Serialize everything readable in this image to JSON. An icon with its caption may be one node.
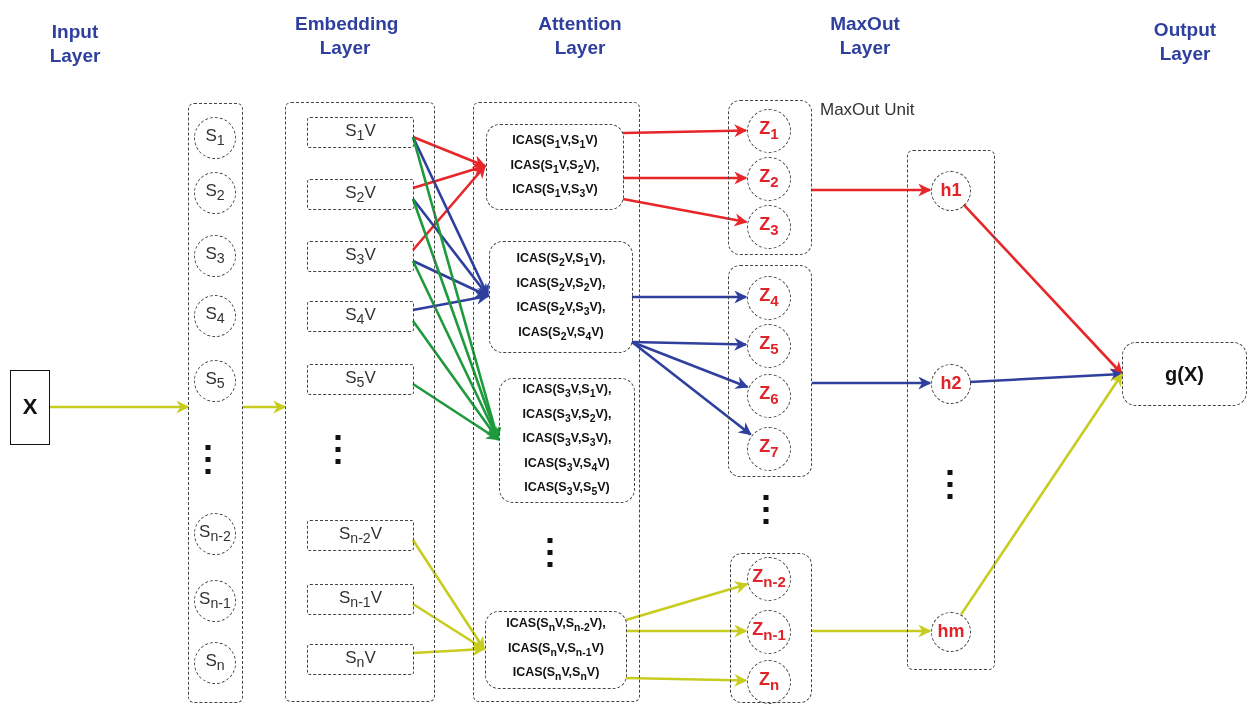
{
  "diagram": {
    "nodes": [
      {
        "text": [
          "X"
        ]
      },
      {
        "text": [],
        "shape": "box"
      },
      {
        "text": [
          "S$_{1}$"
        ],
        "in": 1
      },
      {
        "text": [
          "S$_{2}$"
        ],
        "in": 1
      },
      {
        "text": [
          "S$_{3}$"
        ],
        "in": 1
      },
      {
        "text": [
          "S$_{4}$"
        ],
        "in": 1
      },
      {
        "text": [
          "S$_{5}$"
        ],
        "in": 1
      },
      {
        "text": [
          "S$_{n-2}$"
        ],
        "in": 1
      },
      {
        "text": [
          "S$_{n-1}$"
        ],
        "in": 1
      },
      {
        "text": [
          "S$_{n}$"
        ],
        "in": 1
      },
      {
        "text": [],
        "shape": "box"
      },
      {
        "text": [
          "S$_{1}$V"
        ],
        "in": 10
      },
      {
        "text": [
          "S$_{2}$V"
        ],
        "in": 10
      },
      {
        "text": [
          "S$_{3}$V"
        ],
        "in": 10
      },
      {
        "text": [
          "S$_{4}$V"
        ],
        "in": 10
      },
      {
        "text": [
          "S$_{5}$V"
        ],
        "in": 10
      },
      {
        "text": [
          "S$_{n-2}$V"
        ],
        "in": 10
      },
      {
        "text": [
          "S$_{n-1}$V"
        ],
        "in": 10
      },
      {
        "text": [
          "S$_{n}$V"
        ],
        "in": 10
      },
      {
        "text": [],
        "shape": "box"
      },
      {
        "text": [
          "ICAS(S$_{1}$V,S$_{1}$V)",
          "ICAS(S$_{1}$V,S$_{2}$V),",
          "ICAS(S$_{1}$V,S$_{3}$V)"
        ],
        "in": 19
      },
      {
        "text": [
          "ICAS(S$_{2}$V,S$_{1}$V),",
          "ICAS(S$_{2}$V,S$_{2}$V),",
          "ICAS(S$_{2}$V,S$_{3}$V),",
          "ICAS(S$_{2}$V,S$_{4}$V)"
        ],
        "in": 19
      },
      {
        "text": [
          "ICAS(S$_{3}$V,S$_{1}$V),",
          "ICAS(S$_{3}$V,S$_{2}$V),",
          "ICAS(S$_{3}$V,S$_{3}$V),",
          "ICAS(S$_{3}$V,S$_{4}$V)",
          "ICAS(S$_{3}$V,S$_{5}$V)"
        ],
        "in": 19
      },
      {
        "text": [
          "ICAS(S$_{n}$V,S$_{n-2}$V),",
          "ICAS(S$_{n}$V,S$_{n-1}$V)",
          "ICAS(S$_{n}$V,S$_{n}$V)"
        ],
        "in": 19
      },
      {
        "text": [],
        "shape": "box",
        "beside": [
          "MaxOut Unit"
        ]
      },
      {
        "text": [
          "Z$_{1}$"
        ],
        "in": 24
      },
      {
        "text": [
          "Z$_{2}$"
        ],
        "in": 24
      },
      {
        "text": [
          "Z$_{3}$"
        ],
        "in": 24
      },
      {
        "text": [],
        "shape": "box"
      },
      {
        "text": [
          "Z$_{4}$"
        ],
        "in": 28
      },
      {
        "text": [
          "Z$_{5}$"
        ],
        "in": 28
      },
      {
        "text": [
          "Z$_{6}$"
        ],
        "in": 28
      },
      {
        "text": [
          "Z$_{7}$"
        ],
        "in": 28
      },
      {
        "text": [],
        "shape": "box"
      },
      {
        "text": [
          "Z$_{n-2}$"
        ],
        "in": 33
      },
      {
        "text": [
          "Z$_{n-1}$"
        ],
        "in": 33
      },
      {
        "text": [
          "Z$_{n}$"
        ],
        "in": 33
      },
      {
        "text": [],
        "shape": "box"
      },
      {
        "text": [
          "h1"
        ],
        "in": 37
      },
      {
        "text": [
          "h2"
        ],
        "in": 37
      },
      {
        "text": [
          "hm"
        ],
        "in": 37
      },
      {
        "text": [
          "g(X)"
        ]
      }
    ],
    "edges": [
      {
        "from": 0,
        "to": 1,
        "arrow": "to",
        "color": "#c8cc1e"
      },
      {
        "from": 1,
        "to": 10,
        "arrow": "to",
        "color": "#c8cc1e"
      },
      {
        "from": 11,
        "to": 20,
        "arrow": "to",
        "color": "#e8262a"
      },
      {
        "from": 12,
        "to": 20,
        "arrow": "to",
        "color": "#e8262a"
      },
      {
        "from": 13,
        "to": 20,
        "arrow": "to",
        "color": "#e8262a"
      },
      {
        "from": 11,
        "to": 21,
        "arrow": "to",
        "color": "#2e3f9e"
      },
      {
        "from": 12,
        "to": 21,
        "arrow": "to",
        "color": "#2e3f9e"
      },
      {
        "from": 13,
        "to": 21,
        "arrow": "to",
        "color": "#2e3f9e"
      },
      {
        "from": 14,
        "to": 21,
        "arrow": "to",
        "color": "#2e3f9e"
      },
      {
        "from": 11,
        "to": 22,
        "arrow": "to",
        "color": "#1e9a3c"
      },
      {
        "from": 12,
        "to": 22,
        "arrow": "to",
        "color": "#1e9a3c"
      },
      {
        "from": 13,
        "to": 22,
        "arrow": "to",
        "color": "#1e9a3c"
      },
      {
        "from": 14,
        "to": 22,
        "arrow": "to",
        "color": "#1e9a3c"
      },
      {
        "from": 15,
        "to": 22,
        "arrow": "to",
        "color": "#1e9a3c"
      },
      {
        "from": 16,
        "to": 23,
        "arrow": "to",
        "color": "#c8cc1e"
      },
      {
        "from": 17,
        "to": 23,
        "arrow": "to",
        "color": "#c8cc1e"
      },
      {
        "from": 18,
        "to": 23,
        "arrow": "to",
        "color": "#c8cc1e"
      },
      {
        "from": 20,
        "to": 25,
        "arrow": "to",
        "color": "#e8262a"
      },
      {
        "from": 20,
        "to": 26,
        "arrow": "to",
        "color": "#e8262a"
      },
      {
        "from": 20,
        "to": 27,
        "arrow": "to",
        "color": "#e8262a"
      },
      {
        "from": 21,
        "to": 29,
        "arrow": "to",
        "color": "#2e3f9e"
      },
      {
        "from": 21,
        "to": 30,
        "arrow": "to",
        "color": "#2e3f9e"
      },
      {
        "from": 21,
        "to": 31,
        "arrow": "to",
        "color": "#2e3f9e"
      },
      {
        "from": 21,
        "to": 32,
        "arrow": "to",
        "color": "#2e3f9e"
      },
      {
        "from": 23,
        "to": 34,
        "arrow": "to",
        "color": "#c8cc1e"
      },
      {
        "from": 23,
        "to": 35,
        "arrow": "to",
        "color": "#c8cc1e"
      },
      {
        "from": 23,
        "to": 36,
        "arrow": "to",
        "color": "#c8cc1e"
      },
      {
        "from": 24,
        "to": 38,
        "arrow": "to",
        "color": "#e8262a"
      },
      {
        "from": 28,
        "to": 39,
        "arrow": "to",
        "color": "#2e3f9e"
      },
      {
        "from": 33,
        "to": 40,
        "arrow": "to",
        "color": "#c8cc1e"
      },
      {
        "from": 38,
        "to": 41,
        "arrow": "to",
        "color": "#e8262a"
      },
      {
        "from": 39,
        "to": 41,
        "arrow": "to",
        "color": "#2e3f9e"
      },
      {
        "from": 40,
        "to": 41,
        "arrow": "to",
        "color": "#c8cc1e"
      }
    ],
    "labels": [
      "Input Layer",
      "Embedding Layer",
      "Attention Layer",
      "MaxOut Layer",
      "Output Layer"
    ]
  }
}
